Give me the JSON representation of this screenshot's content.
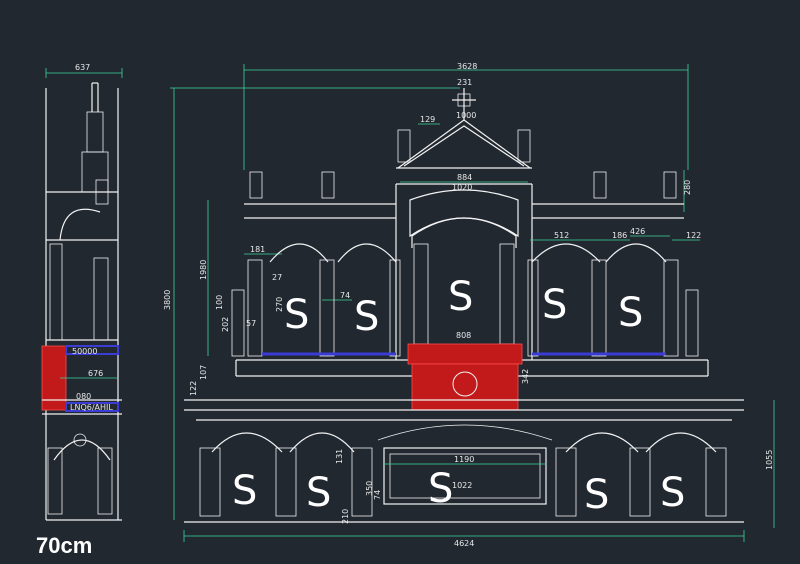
{
  "scale_label": "70cm",
  "dimensions": {
    "side_width": "637",
    "side_876": "676",
    "side_080": "080",
    "side_label_a": "50000",
    "side_label_b": "LNQ6/AHIL",
    "overall_width": "3628",
    "cross_width": "231",
    "cross_base": "1000",
    "gable_129": "129",
    "height_280": "280",
    "upper_884": "884",
    "upper_1020": "1020",
    "arch_181": "181",
    "arch_74": "74",
    "arch_512": "512",
    "arch_186": "186",
    "arch_426": "426",
    "arch_122": "122",
    "height_1980": "1980",
    "height_270": "270",
    "height_202": "202",
    "height_100": "100",
    "height_57": "57",
    "height_107": "107",
    "height_122": "122",
    "total_height": "3800",
    "center_808": "808",
    "height_342": "342",
    "base_1190": "1190",
    "base_1022": "1022",
    "height_131": "131",
    "height_74": "74",
    "height_350": "350",
    "height_210": "210",
    "total_width": "4624",
    "base_height": "1055"
  },
  "s_labels": [
    "S",
    "S",
    "S",
    "S",
    "S",
    "S",
    "S",
    "S",
    "S",
    "S"
  ],
  "colors": {
    "background": "#212830",
    "line": "#f2f2f2",
    "dimension": "#3fd39a",
    "highlight_red": "#c21a1a",
    "highlight_blue": "#3b3bd6"
  }
}
